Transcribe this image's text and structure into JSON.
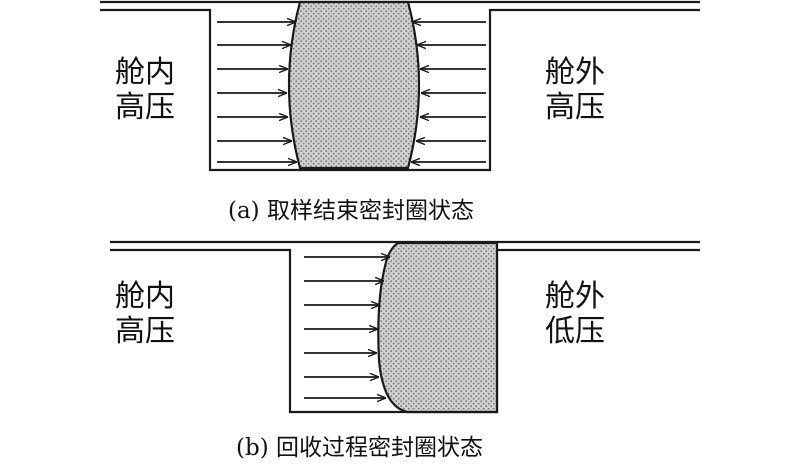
{
  "panel_a": {
    "left_label": [
      "舱内",
      "高压"
    ],
    "right_label": [
      "舱外",
      "高压"
    ],
    "caption": "(a) 取样结束密封圈状态"
  },
  "panel_b": {
    "left_label": [
      "舱内",
      "高压"
    ],
    "right_label": [
      "舱外",
      "低压"
    ],
    "caption": "(b) 回收过程密封圈状态"
  },
  "colors": {
    "line": "#1a1a1a",
    "seal_fill": "#c8c8c8",
    "seal_dot": "#8a8a8a"
  }
}
